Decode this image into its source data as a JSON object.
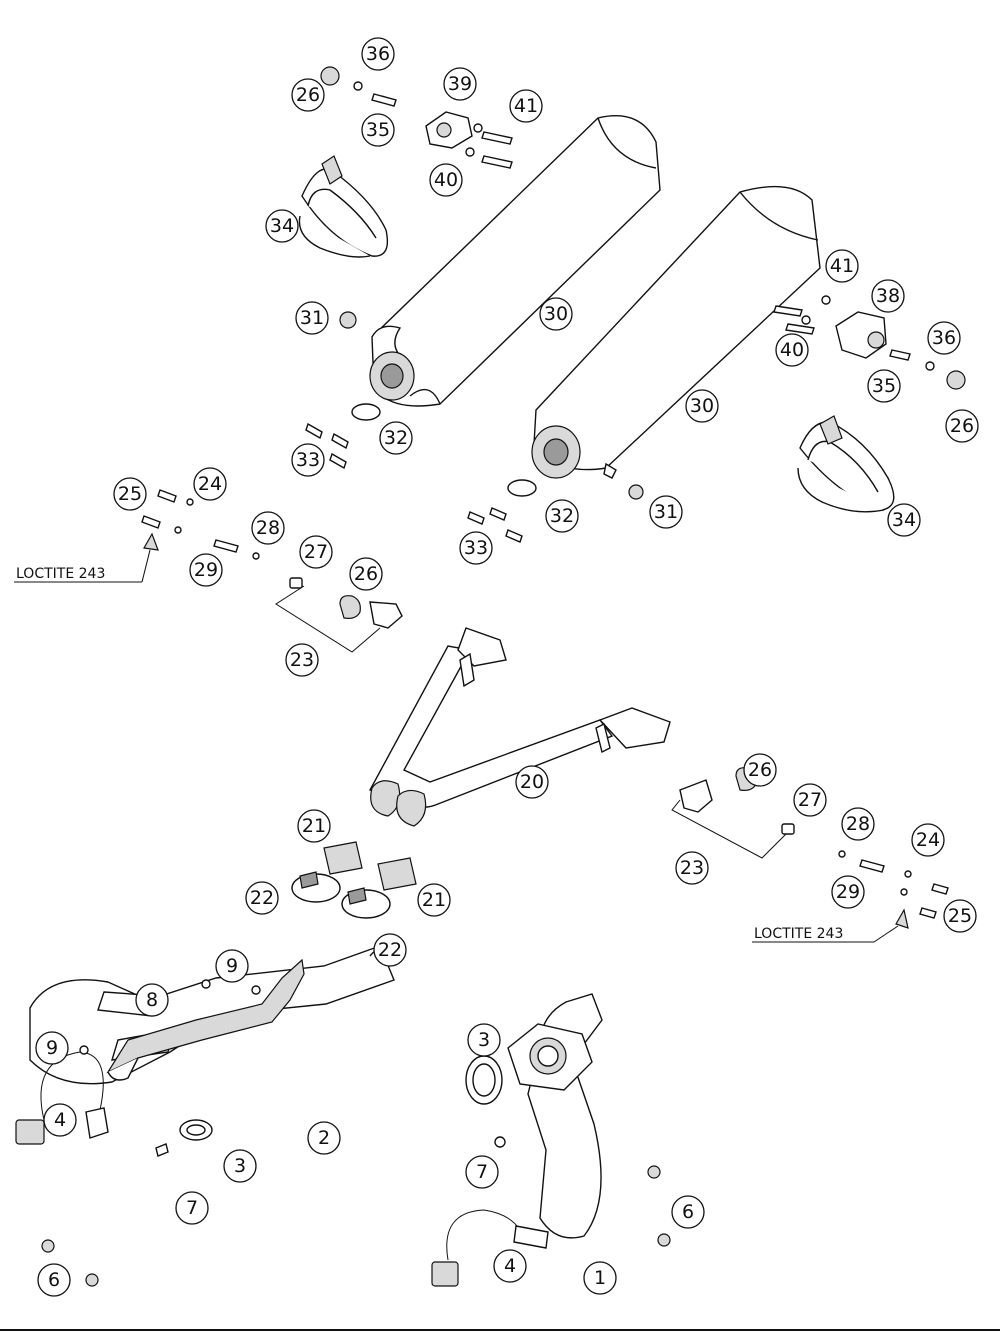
{
  "callouts": [
    {
      "id": "1",
      "label": "1"
    },
    {
      "id": "2",
      "label": "2"
    },
    {
      "id": "3",
      "label": "3"
    },
    {
      "id": "4",
      "label": "4"
    },
    {
      "id": "6",
      "label": "6"
    },
    {
      "id": "7",
      "label": "7"
    },
    {
      "id": "8",
      "label": "8"
    },
    {
      "id": "9",
      "label": "9"
    },
    {
      "id": "20",
      "label": "20"
    },
    {
      "id": "21",
      "label": "21"
    },
    {
      "id": "22",
      "label": "22"
    },
    {
      "id": "23",
      "label": "23"
    },
    {
      "id": "24",
      "label": "24"
    },
    {
      "id": "25",
      "label": "25"
    },
    {
      "id": "26",
      "label": "26"
    },
    {
      "id": "27",
      "label": "27"
    },
    {
      "id": "28",
      "label": "28"
    },
    {
      "id": "29",
      "label": "29"
    },
    {
      "id": "30",
      "label": "30"
    },
    {
      "id": "31",
      "label": "31"
    },
    {
      "id": "32",
      "label": "32"
    },
    {
      "id": "33",
      "label": "33"
    },
    {
      "id": "34",
      "label": "34"
    },
    {
      "id": "35",
      "label": "35"
    },
    {
      "id": "36",
      "label": "36"
    },
    {
      "id": "38",
      "label": "38"
    },
    {
      "id": "39",
      "label": "39"
    },
    {
      "id": "40",
      "label": "40"
    },
    {
      "id": "41",
      "label": "41"
    }
  ],
  "notes": {
    "loctite_left": "LOCTITE 243",
    "loctite_right": "LOCTITE 243"
  }
}
